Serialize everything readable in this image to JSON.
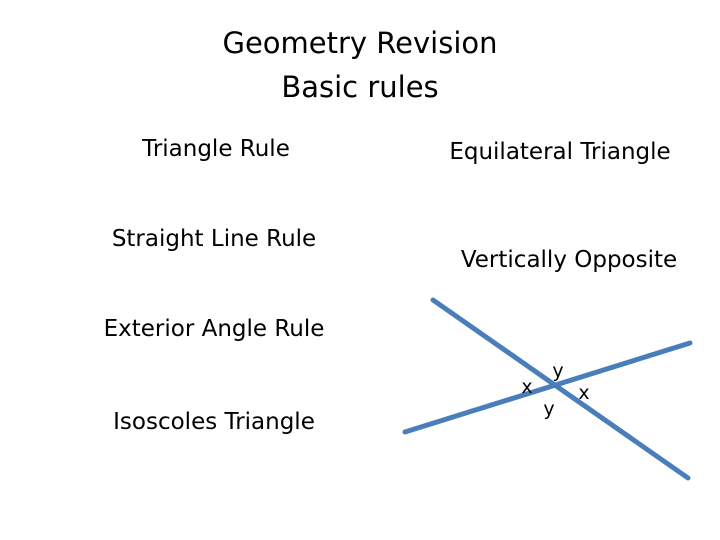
{
  "slide": {
    "background_color": "#FFFFFF",
    "text_color": "#000000",
    "title": {
      "line1": "Geometry Revision",
      "line2": "Basic rules"
    },
    "left_column": [
      {
        "label": "Triangle Rule"
      },
      {
        "label": "Straight Line Rule"
      },
      {
        "label": "Exterior Angle Rule"
      },
      {
        "label": "Isoscoles Triangle"
      }
    ],
    "right_column": [
      {
        "label": "Equilateral Triangle"
      },
      {
        "label": "Vertically Opposite"
      }
    ],
    "diagram": {
      "name": "vertically-opposite-angles",
      "line_color": "#4A7EBB",
      "line_width": 5,
      "labels": {
        "top": "y",
        "left": "x",
        "right": "x",
        "bottom": "y"
      }
    }
  }
}
